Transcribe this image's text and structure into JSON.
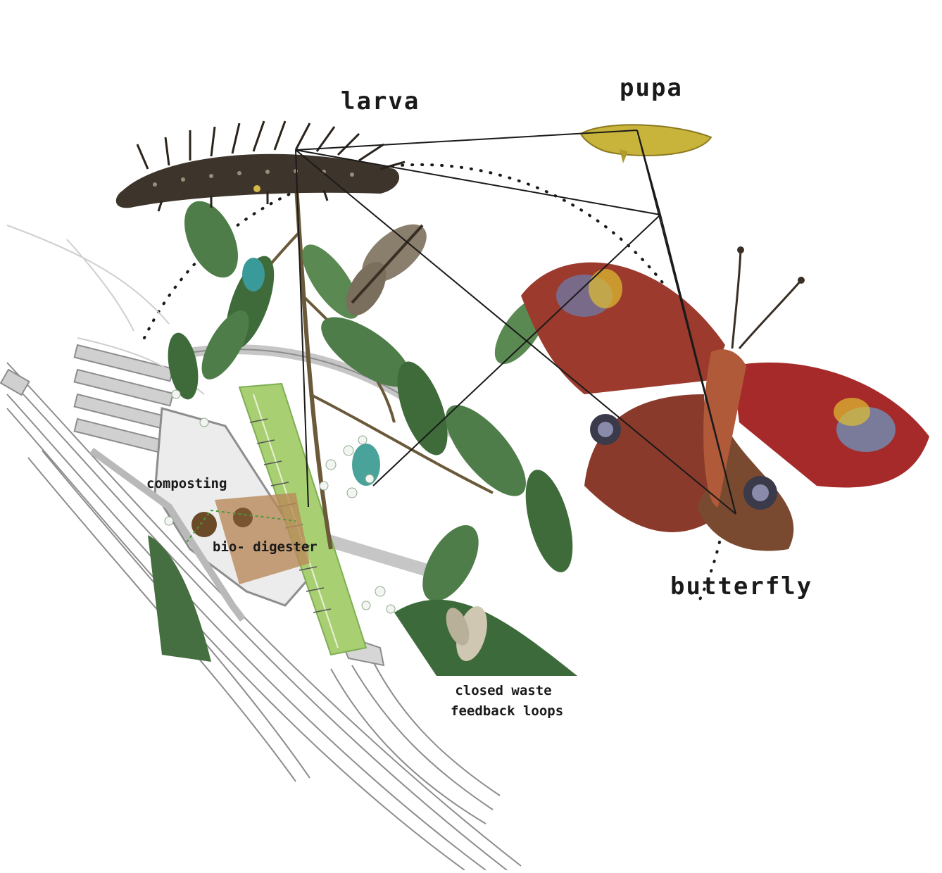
{
  "labels": {
    "larva": "larva",
    "pupa": "pupa",
    "butterfly": "butterfly",
    "composting": "composting",
    "bio_digester": "bio- digester",
    "closed_loop_line1": "closed waste",
    "closed_loop_line2": "feedback loops"
  },
  "colors": {
    "ink": "#1a1a1a",
    "plan_grey": "#9b9b9b",
    "leaf_green": "#4f7d4a",
    "green_strip": "#a9cf73",
    "bio_brown": "#b98a5a",
    "wing_red": "#b3262a",
    "pupa_yellow": "#c8b43a",
    "larva_dark": "#3d342b"
  }
}
